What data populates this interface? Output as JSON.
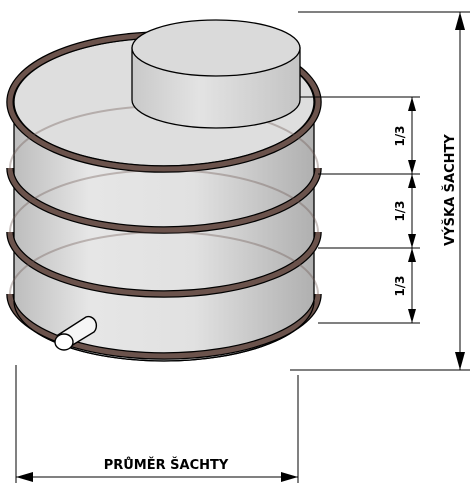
{
  "labels": {
    "shaft_height": "VÝŠKA ŠACHTY",
    "shaft_diameter": "PRŮMĚR ŠACHTY",
    "third_1": "1/3",
    "third_2": "1/3",
    "third_3": "1/3"
  },
  "colors": {
    "ring": "#6b534c",
    "body": "#dcdcdc",
    "cap": "#d8d8d8",
    "line": "#000000"
  }
}
